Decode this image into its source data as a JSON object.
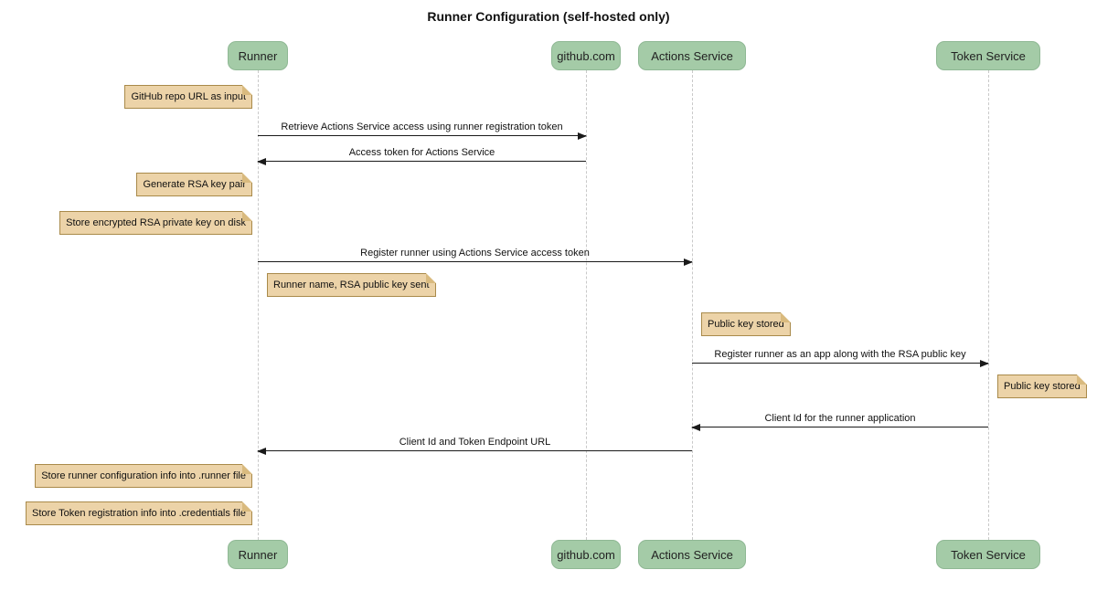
{
  "title": "Runner Configuration (self-hosted only)",
  "diagram_type": "sequence-diagram",
  "colors": {
    "background": "#ffffff",
    "participant_fill": "#a4cba7",
    "participant_border": "#8fb894",
    "note_fill": "#ecd3a8",
    "note_border": "#a98a4a",
    "note_fold": "#d9ba7e",
    "lifeline": "#c9c9c9",
    "message_line": "#1a1a1a",
    "text": "#111111"
  },
  "participants": [
    {
      "label": "Runner"
    },
    {
      "label": "github.com"
    },
    {
      "label": "Actions Service"
    },
    {
      "label": "Token Service"
    }
  ],
  "messages": [
    {
      "from": "Runner",
      "to": "github.com",
      "label": "Retrieve Actions Service access using runner registration token"
    },
    {
      "from": "github.com",
      "to": "Runner",
      "label": "Access token for Actions Service"
    },
    {
      "from": "Runner",
      "to": "Actions Service",
      "label": "Register runner using Actions Service access token"
    },
    {
      "from": "Actions Service",
      "to": "Token Service",
      "label": "Register runner as an app along with the RSA public key"
    },
    {
      "from": "Token Service",
      "to": "Actions Service",
      "label": "Client Id for the runner application"
    },
    {
      "from": "Actions Service",
      "to": "Runner",
      "label": "Client Id and Token Endpoint URL"
    }
  ],
  "notes": [
    {
      "position": "left of Runner",
      "text": "GitHub repo URL as input"
    },
    {
      "position": "left of Runner",
      "text": "Generate RSA key pair"
    },
    {
      "position": "left of Runner",
      "text": "Store encrypted RSA private key on disk"
    },
    {
      "position": "right of Runner",
      "text": "Runner name, RSA public key sent"
    },
    {
      "position": "right of Actions Service",
      "text": "Public key stored"
    },
    {
      "position": "right of Token Service",
      "text": "Public key stored"
    },
    {
      "position": "left of Runner",
      "text": "Store runner configuration info into .runner file"
    },
    {
      "position": "left of Runner",
      "text": "Store Token registration info into .credentials file"
    }
  ]
}
